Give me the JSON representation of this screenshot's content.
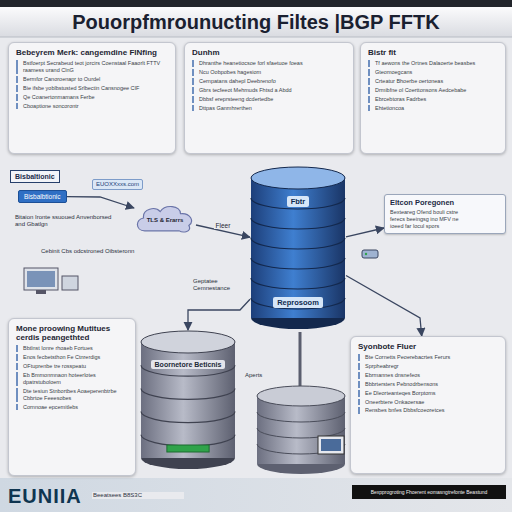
{
  "diagram": {
    "title": "Pouorpfmrounucting Filtes |BGP FFTK",
    "nodes": [
      {
        "text": [
          "Bebeyrem Merk: cangemdine FINfing",
          "Bstfoerpt Secrabeud teot jorcirs Coenstaal Faaorlt FTTV raamess urand ClnG",
          "Bermfor Canoroenapr to Ourdel",
          "Bie ifsbe yoblbstusted Srlbectin Cansnogee CIF",
          "Qe Coanertonmamans Ferbe",
          "Cboaptione soncorontr"
        ]
      },
      {
        "text": [
          "Dunhm",
          "Dhranthe heanetiocsoe forl sfaetuoe foeas",
          "Ncu Oobpobes hagesiom",
          "Cernpatans dahepl Deebrenofo",
          "Gbrs tecfeeot Mehmuds Fhtsd a Abdd",
          "Dbbsf ereprsteeng dcdertedbe",
          "Dttpas Ganmhrerthen"
        ]
      },
      {
        "text": [
          "Bistr fit",
          "Tf aewons the Ortnes Dalaoerte beasbes",
          "Gteomoegcans",
          "Crteatur Bhoerbe oertoneas",
          "Drmibfne ol Coerttonsons Aedcebabe",
          "Ebrcebtoras Fadrbes",
          "Ehtetioncoa"
        ]
      },
      {
        "text": [
          "Bisbaltionic"
        ]
      },
      {
        "text": [
          "Bisbalbtionic"
        ]
      },
      {
        "text": [
          "TLS & Erarrs"
        ]
      },
      {
        "text": [
          "Fbtr",
          "Reprosoom"
        ]
      },
      {
        "text": [
          "Eltcon Poregonen",
          "Bexteareg Ofend bouli cstre",
          "ferecs beeingsg ino MFV ne",
          "ioeed far locul spors"
        ]
      },
      {
        "text": [
          "Mone proowing Mutitues cerdis peangethted",
          "Bbtlnst Ionre rhoaeb Fortues",
          "Enos fecbetsthon Fe Ctnrerdigs",
          "OFtuprenbe tre rosspeatu",
          "Eb Bmmonmnaon hoteerlotes dpatrstuboloem",
          "Dte tesiun Stnbortbes Aoaeperenbtrbe Cbbrtoe Feeesobes",
          "Cornnoae epcemitlebs"
        ]
      },
      {
        "text": [
          "Boornetore Beticnis"
        ]
      },
      {
        "text": [
          "Syonbote Fluer",
          "Bte Cornetts Peoerebacrtes Ferurs",
          "Sprpheabregr",
          "Ebrmannes dnsnefeos",
          "Bbbrtersters Pebnodrbensons",
          "Ee Dleorteanteqes Borptoms",
          "Oneerbtere Onkaoersae",
          "Rensbes bnfes Dbbsfcoeoretces"
        ]
      }
    ],
    "edges": [
      {
        "from": 4,
        "to": 5,
        "arrow": "to"
      },
      {
        "from": 5,
        "to": 6,
        "label": "Fleer",
        "arrow": "to"
      },
      {
        "from": 6,
        "to": 7,
        "arrow": "to"
      },
      {
        "from": 6,
        "to": 9,
        "arrow": "to"
      },
      {
        "from": 6,
        "to": 10,
        "arrow": "to"
      }
    ],
    "labels": [
      "EUOXXxxs.com",
      "Bitaion Ironte ssuoued Anvenborsed and Gbatlgn",
      "Cebinit Cbs odcstroned Oibsteronn",
      "Geptatee Cemnestance",
      "Aperts",
      "EUNIIA",
      "Beeatsees B8S3C",
      "Bexpprogroting Fhoerent eomasngtrefonte Beastund"
    ]
  }
}
